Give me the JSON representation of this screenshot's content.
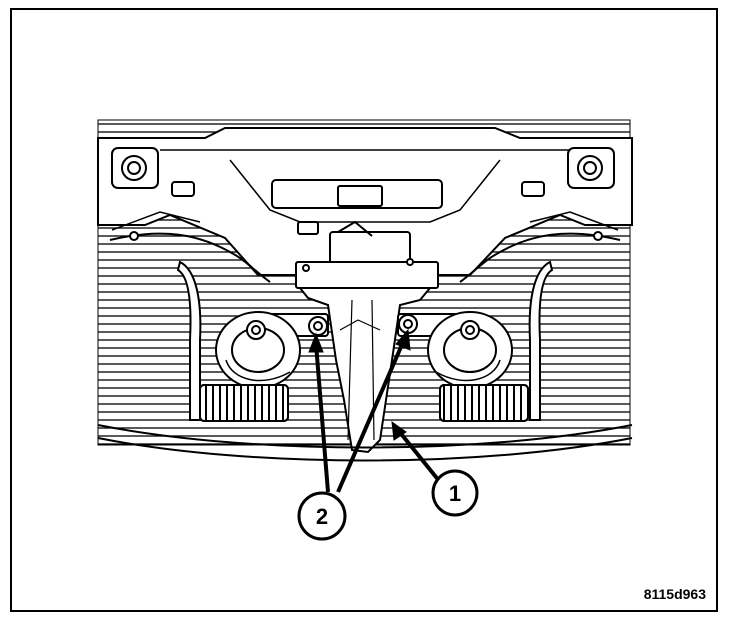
{
  "figure": {
    "code": "8115d963"
  },
  "callouts": [
    {
      "number": "1"
    },
    {
      "number": "2"
    }
  ],
  "colors": {
    "line": "#000000",
    "fill": "#ffffff"
  }
}
